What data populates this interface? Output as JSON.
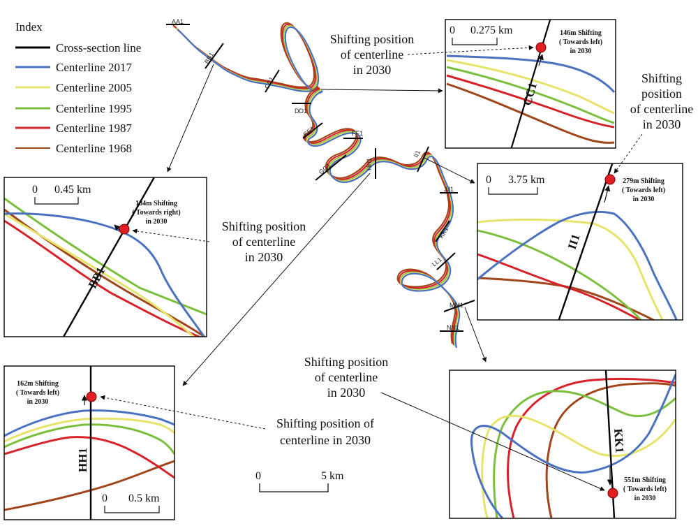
{
  "legend": {
    "title": "Index",
    "items": [
      {
        "label": "Cross-section line",
        "color": "#000000"
      },
      {
        "label": "Centerline 2017",
        "color": "#4a72c0"
      },
      {
        "label": "Centerline 2005",
        "color": "#e6e46a"
      },
      {
        "label": "Centerline 1995",
        "color": "#7bbf3c"
      },
      {
        "label": "Centerline 1987",
        "color": "#d8222a"
      },
      {
        "label": "Centerline 1968",
        "color": "#a0461a"
      }
    ]
  },
  "main_scale": {
    "start": "0",
    "end": "5 km"
  },
  "section_labels": [
    "AA1",
    "BB1",
    "CC1",
    "DD1",
    "EE1",
    "FF1",
    "GG1",
    "HH1",
    "II1",
    "JJ1",
    "KK1",
    "LL1",
    "MM1",
    "NN1"
  ],
  "notes": {
    "top": [
      "Shifting position",
      "of centerline",
      "in 2030"
    ],
    "right": [
      "Shifting",
      "position",
      "of centerline",
      "in 2030"
    ],
    "mid": [
      "Shifting position",
      "of centerline",
      "in 2030"
    ],
    "bottom_left": [
      "Shifting position of",
      "centerline in 2030"
    ],
    "bottom_right": [
      "Shifting position",
      "of centerline",
      "in 2030"
    ]
  },
  "insets": {
    "cc1": {
      "scale_start": "0",
      "scale_end": "0.275 km",
      "section": "CC1",
      "shift": [
        "146m Shifting",
        "( Towards left)",
        "in 2030"
      ]
    },
    "bb1": {
      "scale_start": "0",
      "scale_end": "0.45 km",
      "section": "BB1",
      "shift": [
        "184m Shifting",
        "( Towards right)",
        "in 2030"
      ]
    },
    "ii1": {
      "scale_start": "0",
      "scale_end": "3.75 km",
      "section": "II1",
      "shift": [
        "279m Shifting",
        "( Towards left)",
        "in 2030"
      ]
    },
    "hh1": {
      "scale_start": "0",
      "scale_end": "0.5 km",
      "section": "HH1",
      "shift": [
        "162m Shifting",
        "( Towards left)",
        "in 2030"
      ]
    },
    "kk1": {
      "section": "KK1",
      "shift": [
        "551m Shifting",
        "( Towards left)",
        "in 2030"
      ]
    }
  }
}
